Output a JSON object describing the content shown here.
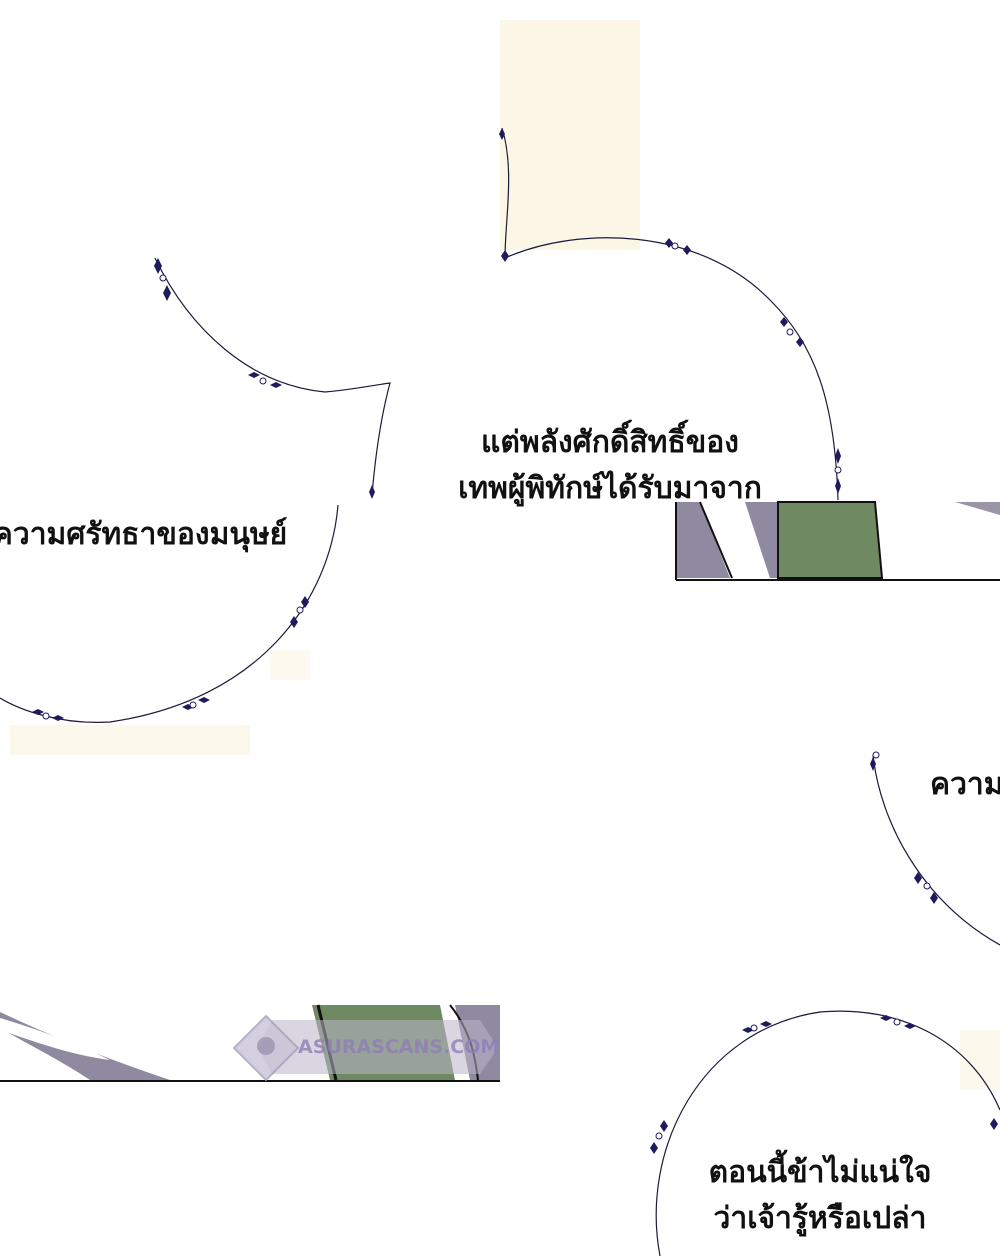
{
  "bubbles": [
    {
      "lines": [
        "แต่พลังศักดิ์สิทธิ์ของ",
        "เทพผู้พิทักษ์ได้รับมาจาก"
      ]
    },
    {
      "lines": [
        "ความศรัทธาของมนุษย์"
      ]
    },
    {
      "lines": [
        "ความ"
      ]
    },
    {
      "lines": [
        "ตอนนี้ข้าไม่แน่ใจ",
        "ว่าเจ้ารู้หรือเปล่า"
      ]
    }
  ],
  "watermark": "ASURASCANS.COM",
  "colors": {
    "background": "#ffffff",
    "bubble_outline": "#1b1b3a",
    "bubble_ornament": "#1e1a5e",
    "panel_green": "#6f8a63",
    "panel_grey": "#8f8aa0",
    "glow_cream": "#fbf3df"
  }
}
